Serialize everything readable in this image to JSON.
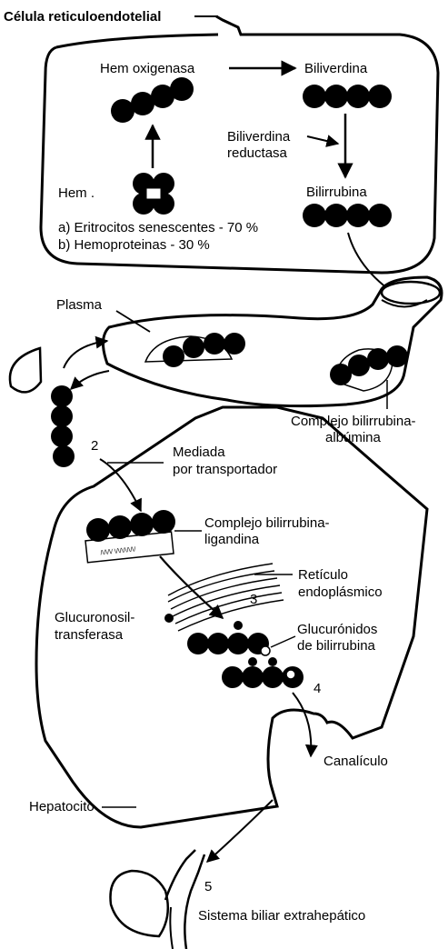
{
  "labels": {
    "reticuloendothelial_cell": "Célula reticuloendotelial",
    "heme_oxygenase": "Hem oxigenasa",
    "biliverdin": "Biliverdina",
    "biliverdin_reductase_line1": "Biliverdina",
    "biliverdin_reductase_line2": "reductasa",
    "bilirubin": "Bilirrubina",
    "heme": "Hem .",
    "source_a": "a) Eritrocitos senescentes - 70 %",
    "source_b": "b) Hemoproteinas - 30 %",
    "plasma": "Plasma",
    "albumin_complex_line1": "Complejo bilirrubina-",
    "albumin_complex_line2": "albúmina",
    "step2": "2",
    "transporter_line1": "Mediada",
    "transporter_line2": "por transportador",
    "ligandin_complex_line1": "Complejo bilirrubina-",
    "ligandin_complex_line2": "ligandina",
    "er_line1": "Retículo",
    "er_line2": "endoplásmico",
    "step3": "3",
    "ugt_line1": "Glucuronosil-",
    "ugt_line2": "transferasa",
    "glucuronides_line1": "Glucurónidos",
    "glucuronides_line2": "de bilirrubina",
    "step4": "4",
    "canaliculus": "Canalículo",
    "hepatocyte": "Hepatocito",
    "step5": "5",
    "extrahepatic": "Sistema biliar extrahepático"
  }
}
